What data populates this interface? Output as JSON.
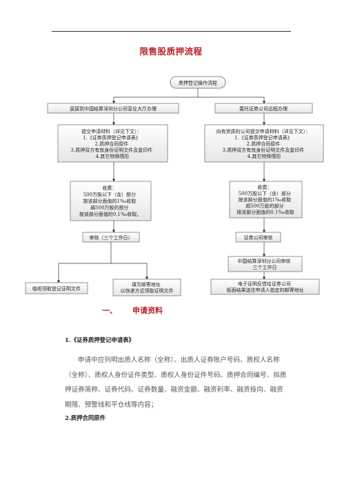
{
  "doc": {
    "title": "限售股质押流程",
    "section": {
      "number": "一、",
      "title": "申请资料"
    },
    "item1": {
      "heading": "1.《证券质押登记申请表》"
    },
    "paragraph": "申请中应列明出质人名称（全称）、出质人证券账户号码、质权人名称（全称）、质权人身份证件类型、质权人身份证件号码、质押合同编号、拟质押证券简称、证券代码、证券数量、融资金额、融资利率、融资投向、融资期限、预警线和平仓线等内容；",
    "item2": {
      "heading": "2.质押合同原件"
    }
  },
  "flow": {
    "start": "质押登记操作流程",
    "left": {
      "route": "直接到中国结算深圳分公司营业大厅办理",
      "materials": [
        "提交申请材料（详见下文）：",
        "1.《证券质押登记申请表》",
        "2.质押合同原件",
        "3.质押双方有效身份证明文件及复印件",
        "4.其它特殊情形"
      ],
      "fee": [
        "收费：",
        "500万股以下（含）部分",
        "按该部分面值的1‰收取",
        "超500万股的部分",
        "按该部分面值的0.1‰收取。"
      ],
      "review": "审核（三个工作日）",
      "out_a": "临柜领取登记证明文件",
      "out_b": [
        "填写邮寄地址",
        "以快递方式领取证明文件"
      ]
    },
    "right": {
      "route": "委托证券公司远程办理",
      "materials": [
        "向有资质的公司提交申请材料（详见下文）：",
        "1.《证券质押登记申请表》",
        "2.质押合同原件",
        "3.质押双方有效身份证明文件及复印件",
        "4.其它特殊情形"
      ],
      "fee": [
        "收费：",
        "500万股以下（含）部分",
        "按该部分面值的1‰收取",
        "超500万股的部分",
        "按该部分面值的0.1‰收取"
      ],
      "review": "证券公司审核",
      "review2": [
        "中国结算深圳分公司审核",
        "三个工作日"
      ],
      "out": [
        "电子证明反馈给证券公司",
        "纸面结果送往申请人指定的邮寄地址"
      ]
    }
  }
}
